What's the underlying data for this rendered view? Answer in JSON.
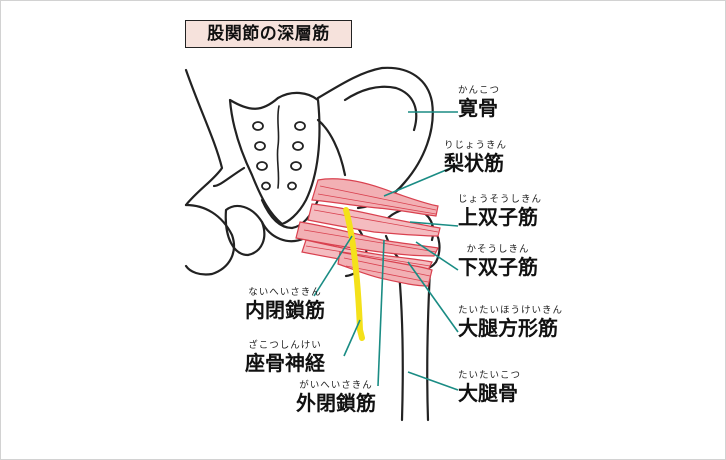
{
  "title": "股関節の深層筋",
  "labels": {
    "kankotsu": {
      "ruby": "かんこつ",
      "name": "寛骨"
    },
    "rijokin": {
      "ruby": "りじょうきん",
      "name": "梨状筋"
    },
    "josoushikin": {
      "ruby": "じょうそうしきん",
      "name": "上双子筋"
    },
    "kasoushikin": {
      "ruby": "かそうしきん",
      "name": "下双子筋"
    },
    "taitaihoukeikin": {
      "ruby": "たいたいほうけいきん",
      "name": "大腿方形筋"
    },
    "taitaikotsu": {
      "ruby": "たいたいこつ",
      "name": "大腿骨"
    },
    "naiheisakin": {
      "ruby": "ないへいさきん",
      "name": "内閉鎖筋"
    },
    "zakotsushinkei": {
      "ruby": "ざこつしんけい",
      "name": "座骨神経"
    },
    "gaiheisakin": {
      "ruby": "がいへいさきん",
      "name": "外閉鎖筋"
    }
  },
  "colors": {
    "muscle_fill": "#f2b0b4",
    "muscle_stroke": "#d9414f",
    "nerve": "#f4e11a",
    "leader": "#1a8c84",
    "title_bg": "#f6e2dc"
  }
}
